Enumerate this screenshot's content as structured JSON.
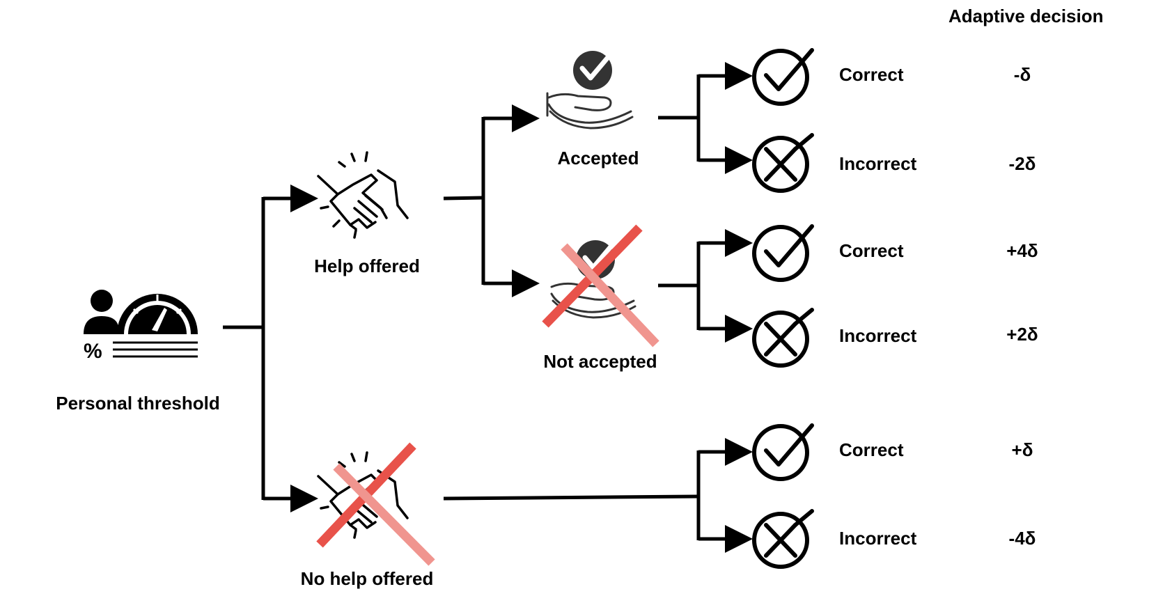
{
  "header": {
    "title": "Adaptive decision"
  },
  "nodes": {
    "root": {
      "label": "Personal threshold",
      "icon": "person-gauge-icon"
    },
    "help_offered": {
      "label": "Help offered",
      "icon": "handshake-icon"
    },
    "no_help_offered": {
      "label": "No help offered",
      "icon": "handshake-crossed-icon"
    },
    "accepted": {
      "label": "Accepted",
      "icon": "hand-check-icon"
    },
    "not_accepted": {
      "label": "Not accepted",
      "icon": "hand-check-crossed-icon"
    }
  },
  "outcomes": [
    {
      "label": "Correct",
      "delta": "-δ",
      "icon": "check-circle-icon"
    },
    {
      "label": "Incorrect",
      "delta": "-2δ",
      "icon": "cross-circle-icon"
    },
    {
      "label": "Correct",
      "delta": "+4δ",
      "icon": "check-circle-icon"
    },
    {
      "label": "Incorrect",
      "delta": "+2δ",
      "icon": "cross-circle-icon"
    },
    {
      "label": "Correct",
      "delta": "+δ",
      "icon": "check-circle-icon"
    },
    {
      "label": "Incorrect",
      "delta": "-4δ",
      "icon": "cross-circle-icon"
    }
  ],
  "colors": {
    "line": "#000000",
    "cross": "#e8524a",
    "icon_fill": "#333333"
  }
}
